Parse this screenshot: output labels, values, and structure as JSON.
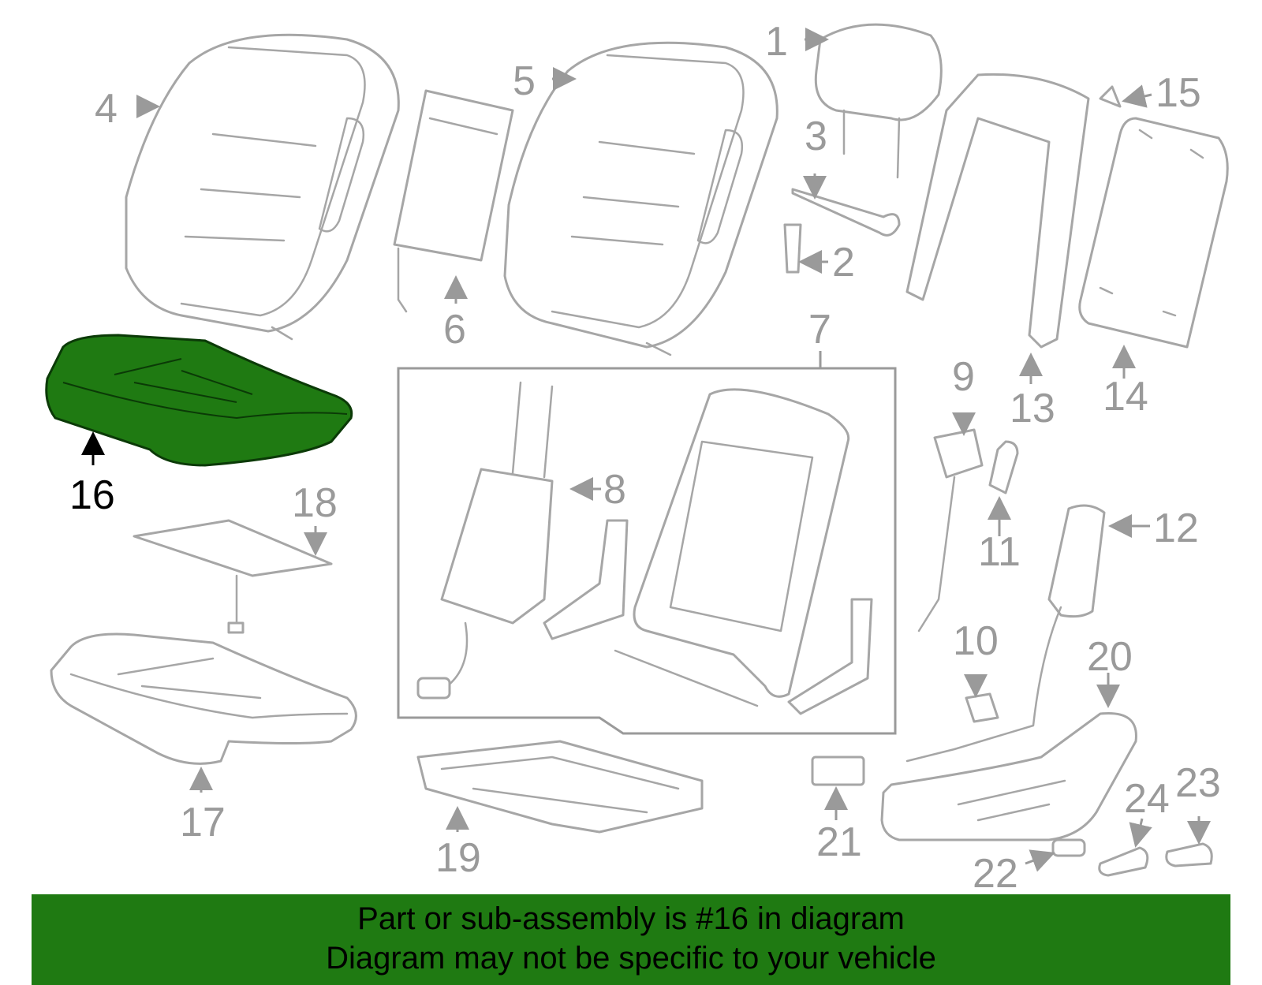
{
  "highlight_color": "#1f7a12",
  "highlighted_part": "16",
  "callouts": [
    "1",
    "2",
    "3",
    "4",
    "5",
    "6",
    "7",
    "8",
    "9",
    "10",
    "11",
    "12",
    "13",
    "14",
    "15",
    "16",
    "17",
    "18",
    "19",
    "20",
    "21",
    "22",
    "23",
    "24"
  ],
  "banner": {
    "line1": "Part or sub-assembly is #16 in diagram",
    "line2": "Diagram may not be specific to your vehicle"
  }
}
